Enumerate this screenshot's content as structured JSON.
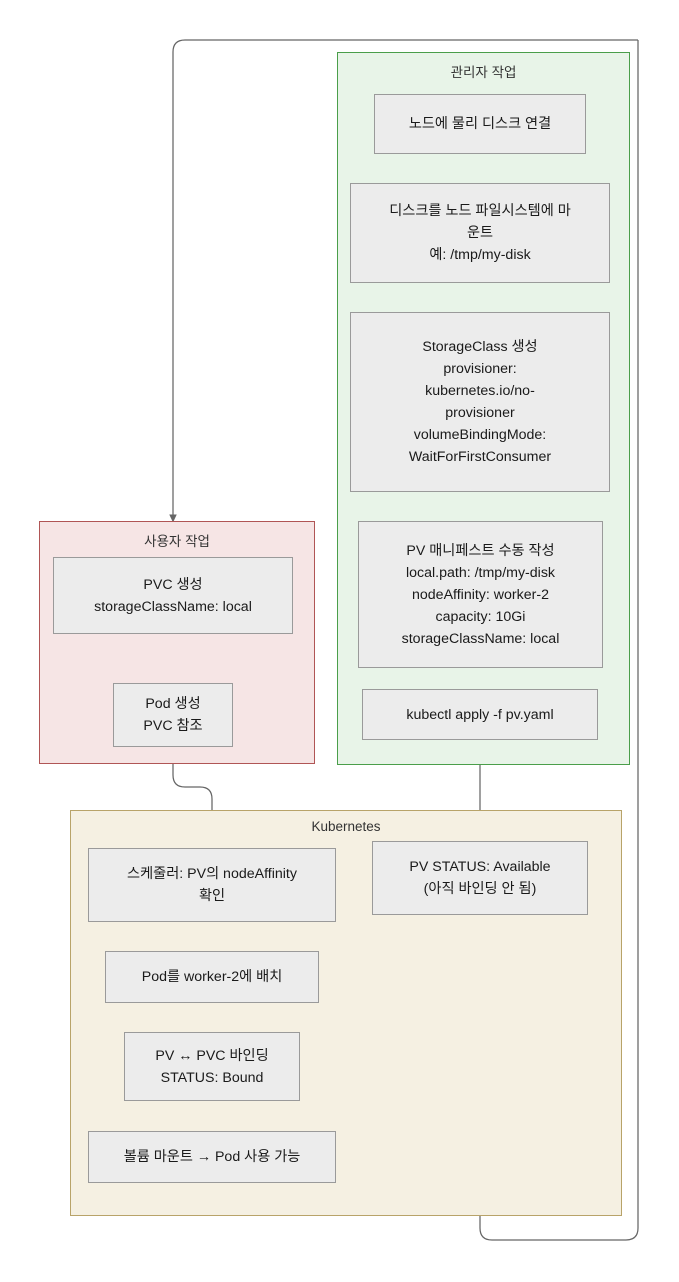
{
  "diagram": {
    "type": "flowchart",
    "title": "Kubernetes Local PersistentVolume workflow",
    "colors": {
      "admin_fill": "#e8f4e8",
      "admin_border": "#4a9e4a",
      "user_fill": "#f6e5e5",
      "user_border": "#b05555",
      "k8s_fill": "#f5f0e2",
      "k8s_border": "#b8a369",
      "node_fill": "#ececec",
      "node_border": "#9a9a9a",
      "edge": "#666666"
    }
  },
  "clusters": {
    "admin": {
      "label": "관리자 작업"
    },
    "user": {
      "label": "사용자 작업"
    },
    "k8s": {
      "label": "Kubernetes"
    }
  },
  "nodes": {
    "attach_disk": {
      "lines": [
        "노드에 물리 디스크 연결"
      ]
    },
    "mount_disk": {
      "lines": [
        "디스크를 노드 파일시스템에 마",
        "운트",
        "예: /tmp/my-disk"
      ]
    },
    "storage_class": {
      "lines": [
        "StorageClass 생성",
        "provisioner:",
        "kubernetes.io/no-",
        "provisioner",
        "volumeBindingMode:",
        "WaitForFirstConsumer"
      ]
    },
    "pv_manifest": {
      "lines": [
        "PV 매니페스트 수동 작성",
        "local.path: /tmp/my-disk",
        "nodeAffinity: worker-2",
        "capacity: 10Gi",
        "storageClassName: local"
      ]
    },
    "kubectl_apply": {
      "lines": [
        "kubectl apply -f pv.yaml"
      ]
    },
    "pvc_create": {
      "lines": [
        "PVC 생성",
        "storageClassName: local"
      ]
    },
    "pod_create": {
      "lines": [
        "Pod 생성",
        "PVC 참조"
      ]
    },
    "scheduler": {
      "lines": [
        "스케줄러: PV의 nodeAffinity",
        "확인"
      ]
    },
    "pod_placed": {
      "lines": [
        "Pod를 worker-2에 배치"
      ]
    },
    "bound": {
      "lines": [
        "PV ↔ PVC 바인딩",
        "STATUS: Bound"
      ]
    },
    "volume_mount": {
      "lines": [
        "볼륨 마운트 → Pod 사용 가능"
      ]
    },
    "pv_status": {
      "lines": [
        "PV STATUS: Available",
        "(아직 바인딩 안 됨)"
      ]
    }
  },
  "edges": [
    {
      "from": "attach_disk",
      "to": "mount_disk"
    },
    {
      "from": "mount_disk",
      "to": "storage_class"
    },
    {
      "from": "storage_class",
      "to": "pv_manifest"
    },
    {
      "from": "pv_manifest",
      "to": "kubectl_apply"
    },
    {
      "from": "kubectl_apply",
      "to": "pv_status"
    },
    {
      "from": "pvc_create",
      "to": "pod_create"
    },
    {
      "from": "pod_create",
      "to": "scheduler"
    },
    {
      "from": "scheduler",
      "to": "pod_placed"
    },
    {
      "from": "pod_placed",
      "to": "bound"
    },
    {
      "from": "bound",
      "to": "volume_mount"
    },
    {
      "from": "volume_mount",
      "to": "pvc_create",
      "routing": "outer-loop"
    },
    {
      "from": "pv_status",
      "to": "volume_mount",
      "routing": "outer-bottom"
    }
  ]
}
